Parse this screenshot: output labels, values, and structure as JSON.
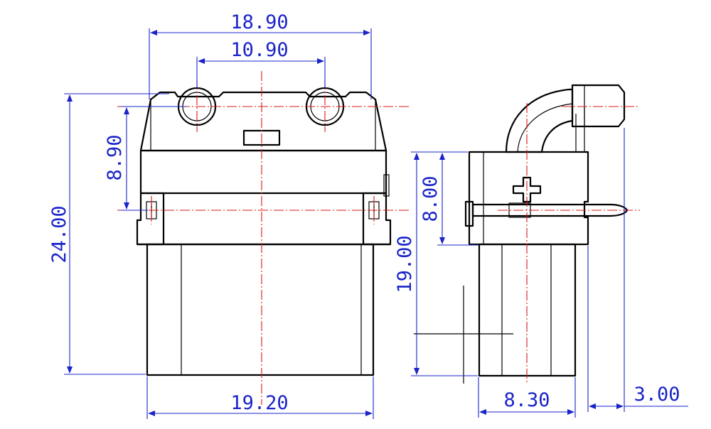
{
  "dimensions": {
    "front_top_width": "18.90",
    "front_hole_spacing": "10.90",
    "front_hole_height": "8.90",
    "front_total_height": "24.00",
    "front_bottom_width": "19.20",
    "side_mount_height": "8.00",
    "side_total_height": "19.00",
    "side_body_width": "8.30",
    "side_pin_offset": "3.00"
  },
  "colors": {
    "outline": "#000000",
    "dimension": "#1a24c8",
    "centerline": "#d81818"
  }
}
